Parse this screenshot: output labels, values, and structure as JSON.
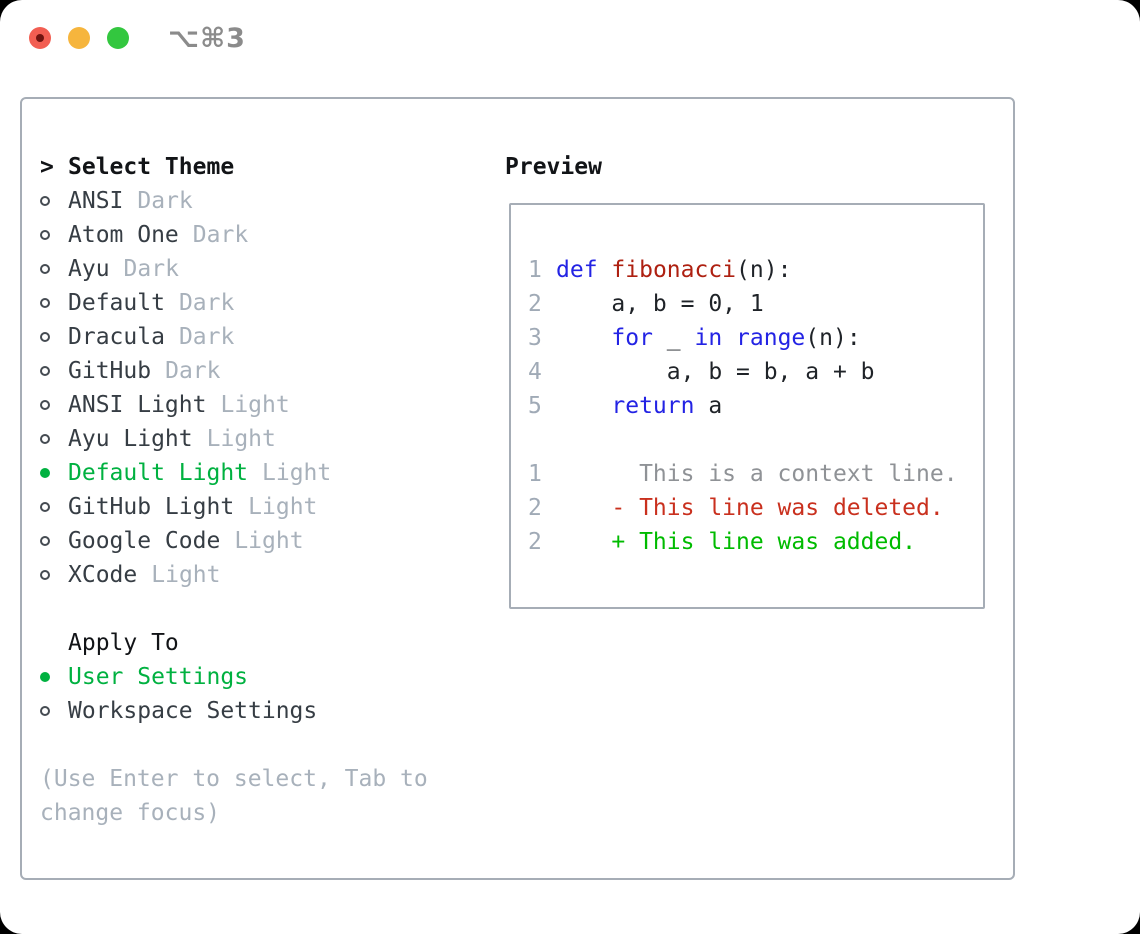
{
  "colors": {
    "accent_green": "#00b140",
    "keyword_blue": "#2323e4",
    "function_red": "#ae2011",
    "deleted_red": "#c9301e",
    "added_green": "#00bb00",
    "context_gray": "#8f9296",
    "gutter_blue": "#a0aab6",
    "muted": "#a8b1bb",
    "item_text": "#363d44",
    "panel_border": "#a6adb6",
    "code_text": "#1f2328",
    "header_black": "#121417",
    "traffic_red": "#f25e52",
    "traffic_red_dot": "#701410",
    "traffic_yellow": "#f6b53d",
    "traffic_green": "#33c73f",
    "titlebar_text": "#8b8b8b"
  },
  "titlebar": {
    "shortcut": "⌥⌘3"
  },
  "theme_picker": {
    "prompt": "> ",
    "header": "Select Theme",
    "items": [
      {
        "name": "ANSI",
        "variant": "Dark",
        "selected": false
      },
      {
        "name": "Atom One",
        "variant": "Dark",
        "selected": false
      },
      {
        "name": "Ayu",
        "variant": "Dark",
        "selected": false
      },
      {
        "name": "Default",
        "variant": "Dark",
        "selected": false
      },
      {
        "name": "Dracula",
        "variant": "Dark",
        "selected": false
      },
      {
        "name": "GitHub",
        "variant": "Dark",
        "selected": false
      },
      {
        "name": "ANSI Light",
        "variant": "Light",
        "selected": false
      },
      {
        "name": "Ayu Light",
        "variant": "Light",
        "selected": false
      },
      {
        "name": "Default Light",
        "variant": "Light",
        "selected": true
      },
      {
        "name": "GitHub Light",
        "variant": "Light",
        "selected": false
      },
      {
        "name": "Google Code",
        "variant": "Light",
        "selected": false
      },
      {
        "name": "XCode",
        "variant": "Light",
        "selected": false
      }
    ]
  },
  "apply_to": {
    "header": "Apply To",
    "options": [
      {
        "label": "User Settings",
        "selected": true
      },
      {
        "label": "Workspace Settings",
        "selected": false
      }
    ]
  },
  "help_text": "(Use Enter to select, Tab to change focus)",
  "preview": {
    "header": "Preview",
    "code_lines": [
      {
        "number": "1",
        "segments": [
          {
            "t": "def",
            "c": "kw"
          },
          {
            "t": " ",
            "c": "pl"
          },
          {
            "t": "fibonacci",
            "c": "fn"
          },
          {
            "t": "(n):",
            "c": "pl"
          }
        ]
      },
      {
        "number": "2",
        "segments": [
          {
            "t": "    a, b = 0, 1",
            "c": "pl"
          }
        ]
      },
      {
        "number": "3",
        "segments": [
          {
            "t": "    ",
            "c": "pl"
          },
          {
            "t": "for",
            "c": "kw"
          },
          {
            "t": " _ ",
            "c": "pl"
          },
          {
            "t": "in",
            "c": "kw"
          },
          {
            "t": " ",
            "c": "pl"
          },
          {
            "t": "range",
            "c": "kw"
          },
          {
            "t": "(n):",
            "c": "pl"
          }
        ]
      },
      {
        "number": "4",
        "segments": [
          {
            "t": "        a, b = b, a + b",
            "c": "pl"
          }
        ]
      },
      {
        "number": "5",
        "segments": [
          {
            "t": "    ",
            "c": "pl"
          },
          {
            "t": "return",
            "c": "kw"
          },
          {
            "t": " a",
            "c": "pl"
          }
        ]
      }
    ],
    "diff_lines": [
      {
        "number": "1",
        "segments": [
          {
            "t": "      This is a context line.",
            "c": "ctx"
          }
        ]
      },
      {
        "number": "2",
        "segments": [
          {
            "t": "    - This line was deleted.",
            "c": "del"
          }
        ]
      },
      {
        "number": "2",
        "segments": [
          {
            "t": "    + This line was added.",
            "c": "add"
          }
        ]
      }
    ]
  }
}
